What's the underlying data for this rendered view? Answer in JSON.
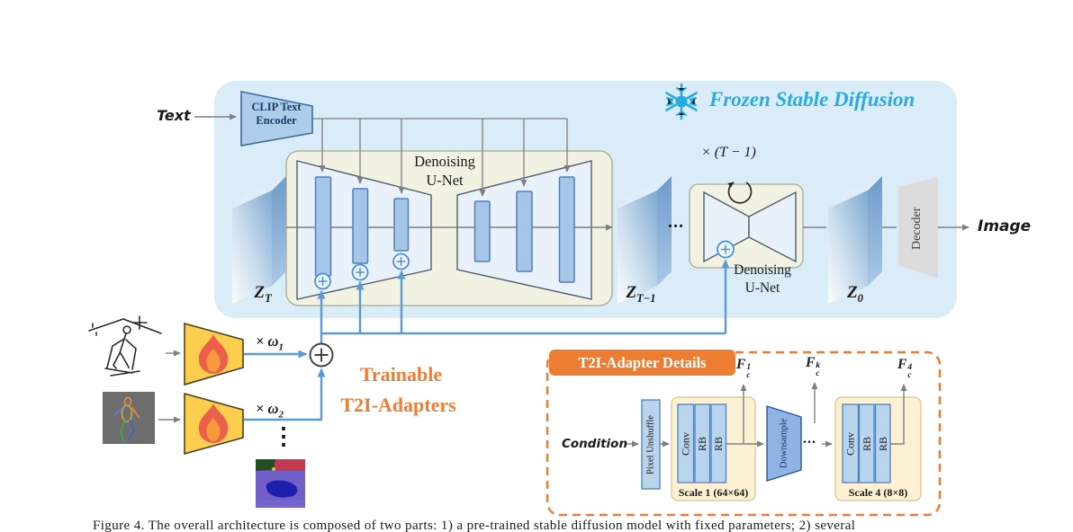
{
  "frozen_panel": {
    "title": "Frozen Stable Diffusion",
    "input_label": "Text",
    "clip_encoder": {
      "line1": "CLIP Text",
      "line2": "Encoder"
    },
    "unet": {
      "line1": "Denoising",
      "line2": "U-Net"
    },
    "loop_count_label": "× (T − 1)",
    "small_unet": {
      "line1": "Denoising",
      "line2": "U-Net"
    },
    "latent_zt": {
      "base": "Z",
      "sub": "T"
    },
    "latent_zt1": {
      "base": "Z",
      "sub": "T−1"
    },
    "latent_z0": {
      "base": "Z",
      "sub": "0"
    },
    "mid_ellipsis": "...",
    "decoder_label": "Decoder",
    "output_label": "Image"
  },
  "adapters": {
    "weight1": {
      "base": "× ω",
      "sub": "1"
    },
    "weight2": {
      "base": "× ω",
      "sub": "2"
    },
    "title_line1": "Trainable",
    "title_line2": "T2I-Adapters",
    "vertical_ellipsis": "⋮"
  },
  "details": {
    "title": "T2I-Adapter Details",
    "input_label": "Condition",
    "pixel_unshuffle": "Pixel Unshuffle",
    "conv": "Conv",
    "rb": "RB",
    "downsample": "Downsample",
    "scale1": "Scale 1 (64×64)",
    "scale4": "Scale 4 (8×8)",
    "ellipsis": "...",
    "features": [
      {
        "base": "F",
        "sub": "c",
        "sup": "1"
      },
      {
        "base": "F",
        "sub": "c",
        "sup": "k"
      },
      {
        "base": "F",
        "sub": "c",
        "sup": "4"
      }
    ]
  },
  "caption": "Figure 4. The overall architecture is composed of two parts: 1) a pre-trained stable diffusion model with fixed parameters; 2) several",
  "icons": {
    "frozen": "snowflake",
    "trainable": "flame",
    "merge": "plus-circle",
    "loop": "circular-arrow"
  },
  "colors": {
    "frozen_accent": "#29abe2",
    "trainable_accent": "#ed7d31",
    "connector_blue": "#5b9bd5",
    "panel_bg": "#d9ecf7",
    "unet_bg": "#f2f2e2",
    "bar_fill": "#a6c6e8",
    "adapter_fill": "#fcce4d"
  }
}
